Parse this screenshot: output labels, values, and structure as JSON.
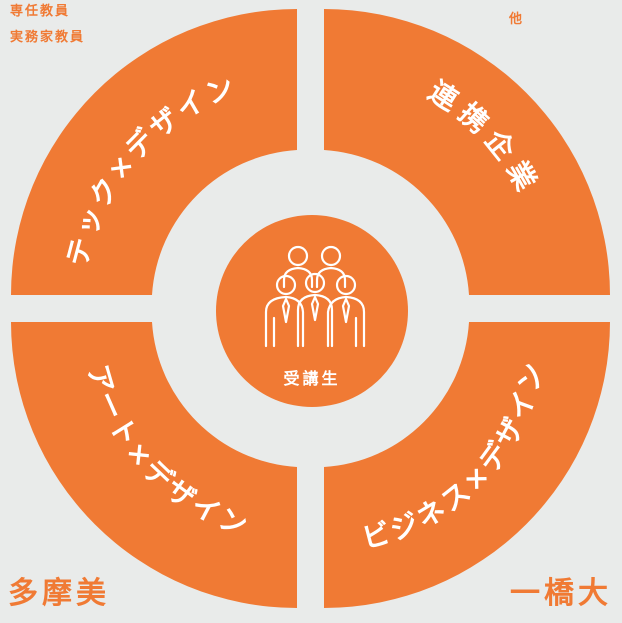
{
  "corner_labels": {
    "top_left_line1": "専任教員",
    "top_left_line2": "実務家教員",
    "top_right": "他",
    "bottom_left": "多摩美",
    "bottom_right": "一橋大"
  },
  "segments": {
    "top_left": "テック×デザイン",
    "top_right": "連携企業",
    "bottom_left": "アート×デザイン",
    "bottom_right": "ビジネス×デザイン"
  },
  "center": {
    "label": "受講生",
    "icon": "students-group-icon"
  },
  "colors": {
    "accent": "#f07a34",
    "background": "#e9ebea",
    "white": "#ffffff"
  }
}
